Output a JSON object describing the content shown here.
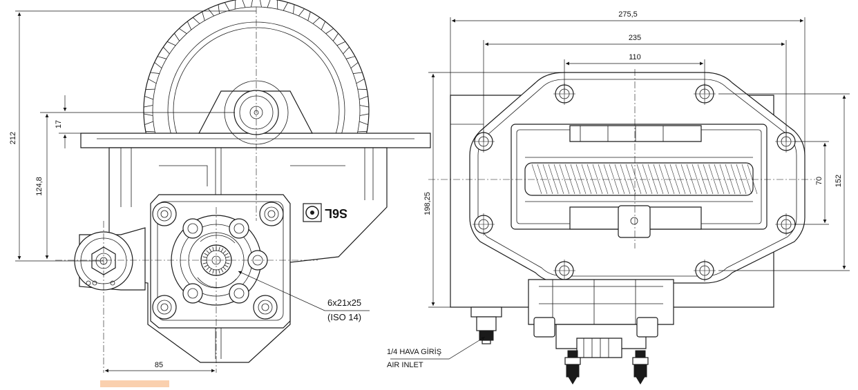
{
  "dimensions": {
    "height_total": "212",
    "height_axis": "124,8",
    "offset_small": "17",
    "shaft_offset": "85",
    "width_total": "275,5",
    "width_bolt": "235",
    "width_inner": "110",
    "height_flange": "198,25",
    "height_bolt": "152",
    "height_inner": "70"
  },
  "labels": {
    "logo_text": "S6L",
    "shaft_spec_1": "6x21x25",
    "shaft_spec_2": "(ISO 14)",
    "air_inlet_tr": "1/4 HAVA GİRİŞ",
    "air_inlet_en": "AIR INLET"
  },
  "colors": {
    "line": "#1a1a1a",
    "background": "#ffffff",
    "highlight": "#f5a25d"
  }
}
